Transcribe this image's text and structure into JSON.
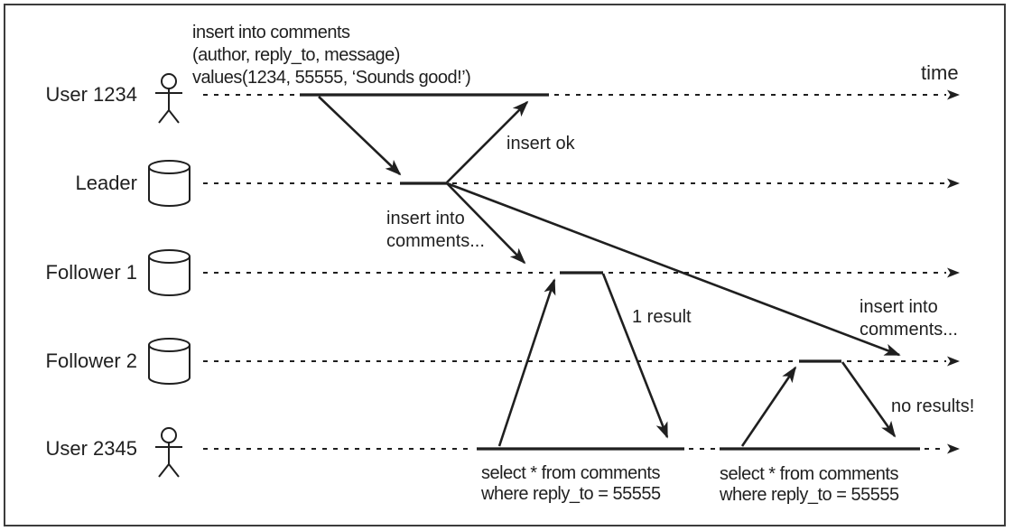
{
  "diagram": {
    "type": "sequence-diagram",
    "time_axis_label": "time",
    "colors": {
      "ink": "#1f1f1f",
      "border": "#3c3c3c",
      "background": "#ffffff"
    },
    "lanes": [
      {
        "label": "User 1234",
        "icon": "person"
      },
      {
        "label": "Leader",
        "icon": "database"
      },
      {
        "label": "Follower 1",
        "icon": "database"
      },
      {
        "label": "Follower 2",
        "icon": "database"
      },
      {
        "label": "User 2345",
        "icon": "person"
      }
    ],
    "messages": {
      "insert_query": {
        "line1": "insert into comments",
        "line2": "(author, reply_to, message)",
        "line3": "values(1234, 55555, ‘Sounds good!’)"
      },
      "insert_ok": "insert ok",
      "replicate_to_follower1": {
        "line1": "insert into",
        "line2": "comments..."
      },
      "replicate_to_follower2": {
        "line1": "insert into",
        "line2": "comments..."
      },
      "first_read_result": "1 result",
      "second_read_result": "no results!",
      "select_query_1": {
        "line1": "select * from comments",
        "line2": "where reply_to = 55555"
      },
      "select_query_2": {
        "line1": "select * from comments",
        "line2": "where reply_to = 55555"
      }
    }
  }
}
